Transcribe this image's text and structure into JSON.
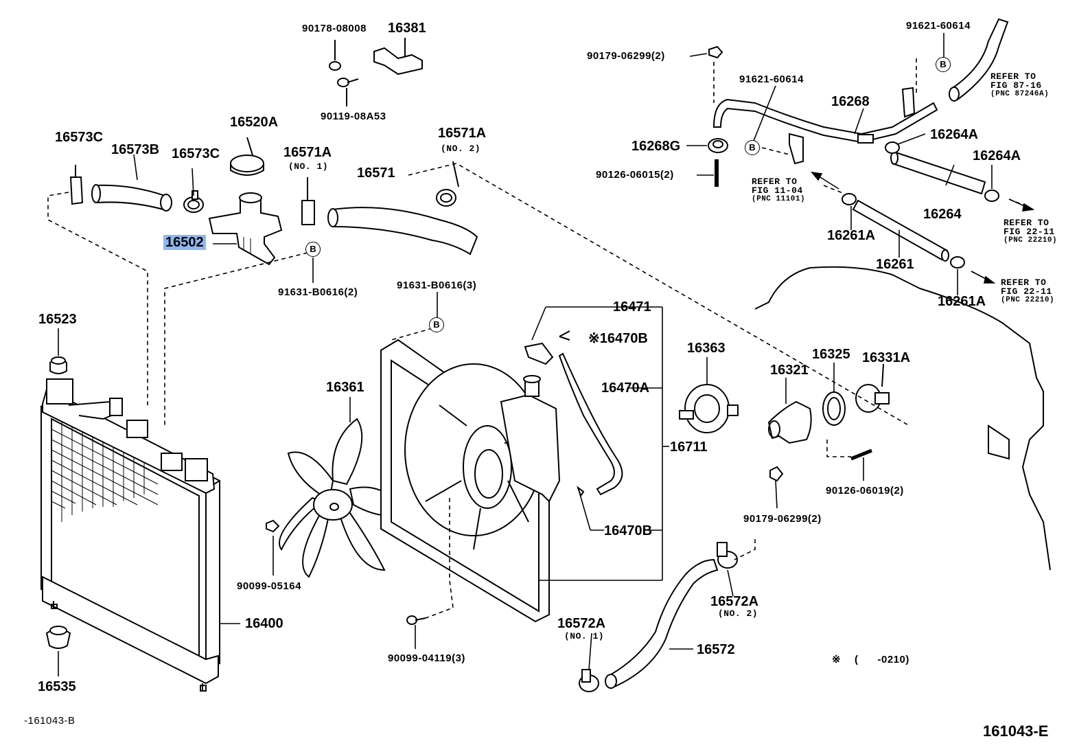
{
  "parts": {
    "p90178": "90178-08008",
    "p16381": "16381",
    "p90119": "90119-08A53",
    "p16573C_a": "16573C",
    "p16573B": "16573B",
    "p16573C_b": "16573C",
    "p16520A": "16520A",
    "p16571A_1": "16571A",
    "p16571A_1_note": "(NO. 1)",
    "p16571": "16571",
    "p16571A_2": "16571A",
    "p16571A_2_note": "(NO. 2)",
    "p16502": "16502",
    "p91631_2": "91631-B0616(2)",
    "p91631_3": "91631-B0616(3)",
    "p16523": "16523",
    "p16361": "16361",
    "p16471": "16471",
    "p16470B_top": "16470B",
    "p16470A": "16470A",
    "p16470B_bot": "16470B",
    "p16711": "16711",
    "p16363": "16363",
    "p16321": "16321",
    "p16325": "16325",
    "p16331A": "16331A",
    "p90126_19": "90126-06019(2)",
    "p90179_bot": "90179-06299(2)",
    "p90099_05164": "90099-05164",
    "p16400": "16400",
    "p16535": "16535",
    "p90099_04119": "90099-04119(3)",
    "p16572A_1": "16572A",
    "p16572A_1_note": "(NO. 1)",
    "p16572": "16572",
    "p16572A_2": "16572A",
    "p16572A_2_note": "(NO. 2)",
    "p90179_top": "90179-06299(2)",
    "p91621_top": "91621-60614",
    "p91621_mid": "91621-60614",
    "p16268": "16268",
    "p16268G": "16268G",
    "p90126_15": "90126-06015(2)",
    "p16264A_a": "16264A",
    "p16264A_b": "16264A",
    "p16264": "16264",
    "p16261A_a": "16261A",
    "p16261": "16261",
    "p16261A_b": "16261A"
  },
  "refs": {
    "r87": [
      "REFER TO",
      "FIG 87-16",
      "(PNC 87246A)"
    ],
    "r11": [
      "REFER TO",
      "FIG 11-04",
      "(PNC 11101)"
    ],
    "r22a": [
      "REFER TO",
      "FIG 22-11",
      "(PNC 22210)"
    ],
    "r22b": [
      "REFER TO",
      "FIG 22-11",
      "(PNC 22210)"
    ]
  },
  "markers": {
    "b": "B"
  },
  "note": {
    "symbol": "※",
    "range": "(      -0210)",
    "star_label": "※"
  },
  "codes": {
    "left": "-161043-B",
    "right": "161043-E"
  },
  "colors": {
    "highlight": "#8fb8f0",
    "ink": "#000000"
  }
}
